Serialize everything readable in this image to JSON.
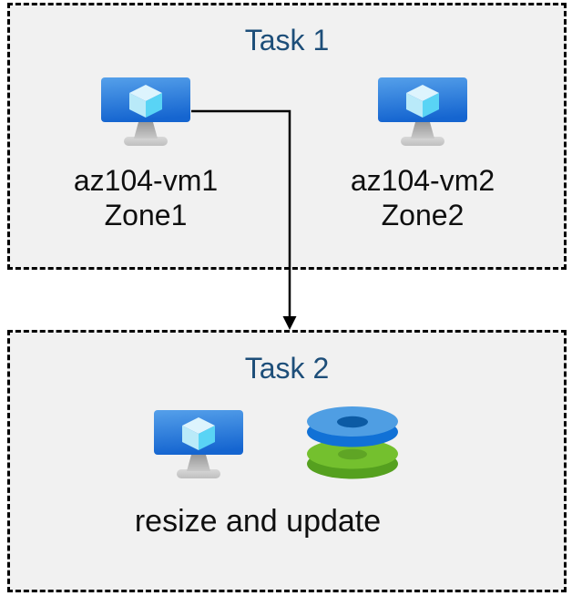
{
  "diagram": {
    "type": "azure-task-flow",
    "background": "#FFFFFF"
  },
  "colors": {
    "box_background": "#F1F1F1",
    "box_border": "#000000",
    "title_navy": "#1D4E79",
    "label_text": "#0F0F0F",
    "arrow": "#000000",
    "monitor_gradient_top": "#55A0EA",
    "monitor_gradient_bottom": "#1565D0",
    "cube_top": "#DDF4FD",
    "cube_left": "#B9EAF9",
    "cube_right": "#59D4F5",
    "disk_blue_top": "#4F9EE3",
    "disk_blue_rim": "#1171D6",
    "disk_blue_hole": "#0C5BA4",
    "disk_green_top": "#74C02E",
    "disk_green_rim": "#55A01F",
    "disk_green_hole": "#5FA525"
  },
  "icons": {
    "vm": "azure-virtual-machine-icon",
    "disks": "azure-disks-icon"
  },
  "task1": {
    "title": "Task 1",
    "vms": [
      {
        "name": "az104-vm1",
        "zone": "Zone1"
      },
      {
        "name": "az104-vm2",
        "zone": "Zone2"
      }
    ]
  },
  "task2": {
    "title": "Task 2",
    "caption": "resize and update"
  },
  "connector": {
    "from": "az104-vm1",
    "to": "Task 2",
    "shape": "elbow-right-then-down-arrow"
  }
}
